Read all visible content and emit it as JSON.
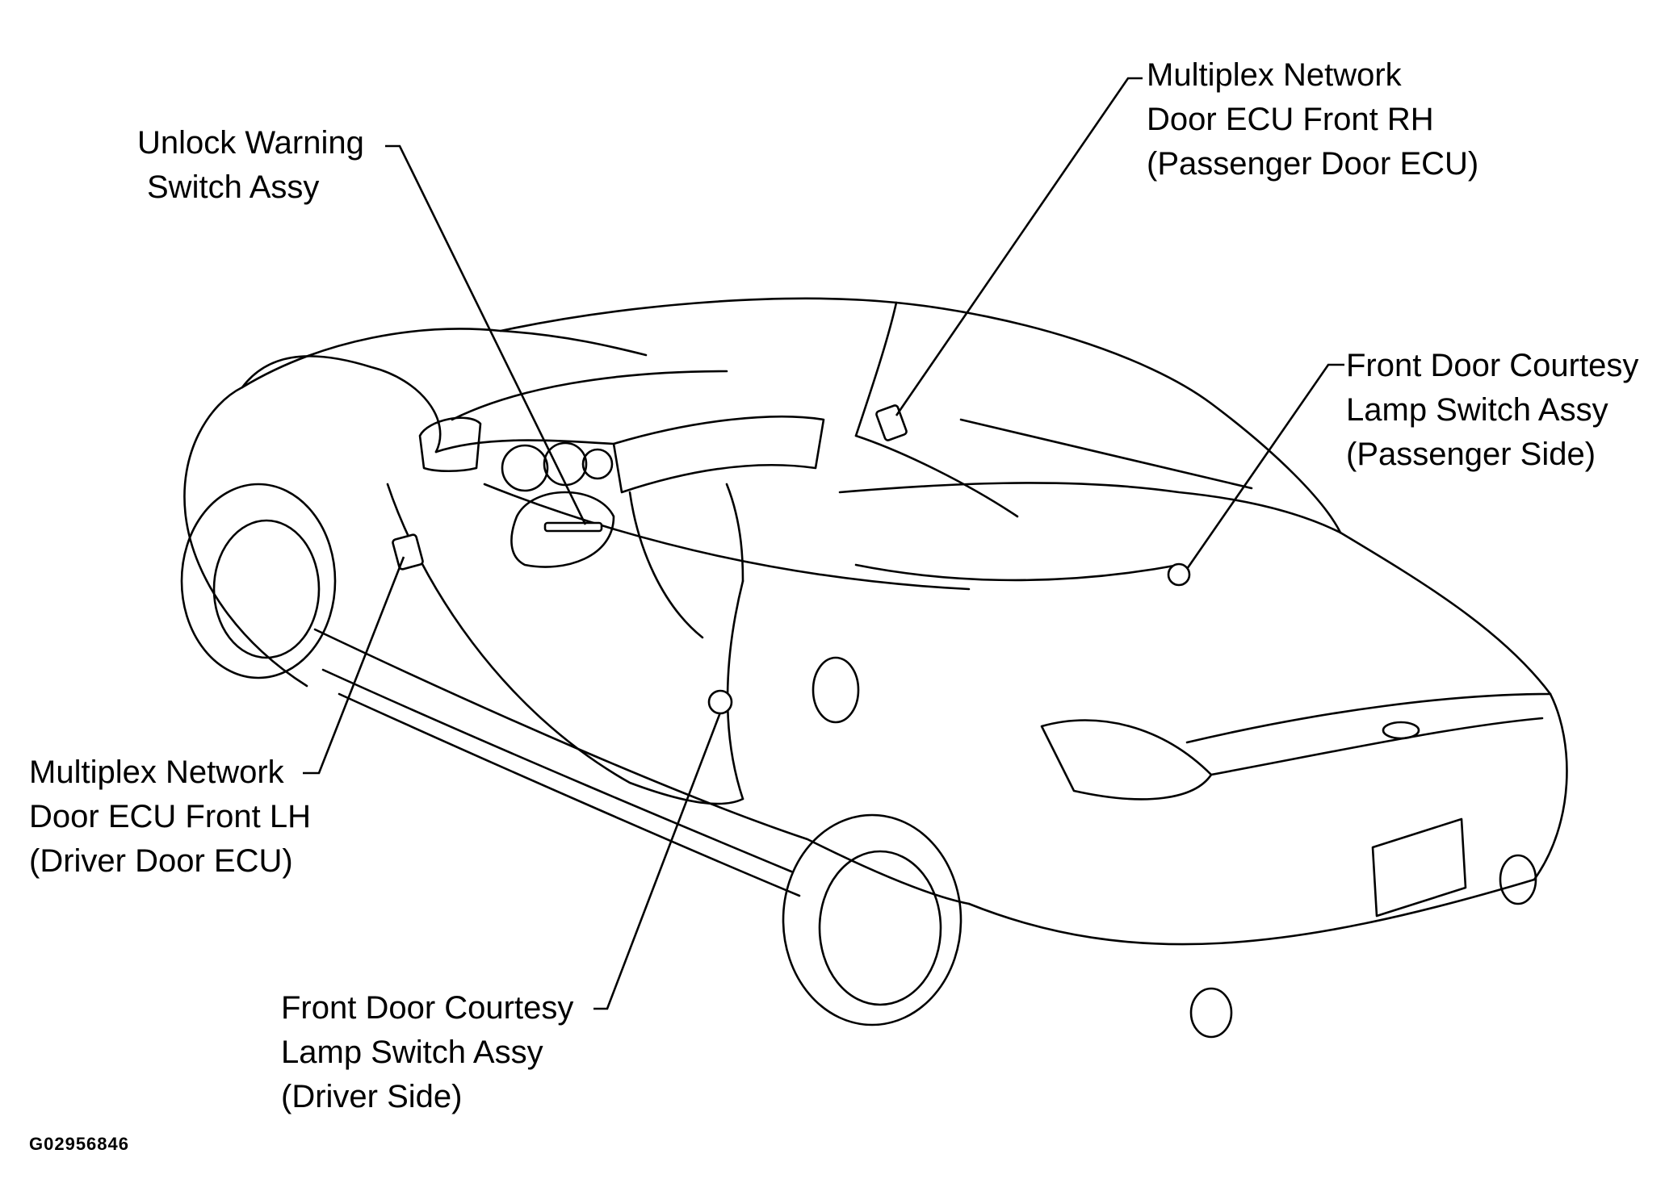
{
  "labels": {
    "unlock_warning": [
      "Unlock Warning",
      "Switch Assy"
    ],
    "ecu_front_rh": [
      "Multiplex Network",
      "Door ECU Front RH",
      "(Passenger Door ECU)"
    ],
    "courtesy_passenger": [
      "Front Door Courtesy",
      "Lamp Switch Assy",
      "(Passenger Side)"
    ],
    "ecu_front_lh": [
      "Multiplex Network",
      "Door ECU Front LH",
      "(Driver Door ECU)"
    ],
    "courtesy_driver": [
      "Front Door Courtesy",
      "Lamp Switch Assy",
      "(Driver Side)"
    ]
  },
  "figure_code": "G02956846"
}
